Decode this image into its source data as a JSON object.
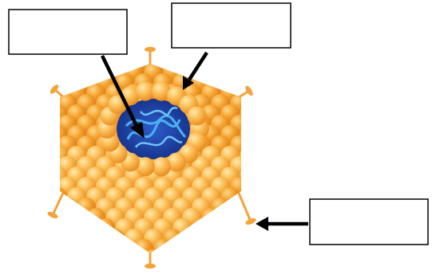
{
  "diagram": {
    "subject": "virus-capsid",
    "label_boxes": [
      {
        "id": "box-nucleic-acid",
        "text": ""
      },
      {
        "id": "box-capsomere",
        "text": ""
      },
      {
        "id": "box-spike",
        "text": ""
      }
    ],
    "colors": {
      "capsid_light": "#fbc86a",
      "capsid_mid": "#f6a834",
      "capsid_dark": "#e58a1e",
      "spike": "#f3a43a",
      "nucleic_acid_bg": "#1f3fa0",
      "nucleic_acid_strand": "#4bb0ef",
      "arrow": "#000000",
      "box_border": "#000000"
    }
  }
}
